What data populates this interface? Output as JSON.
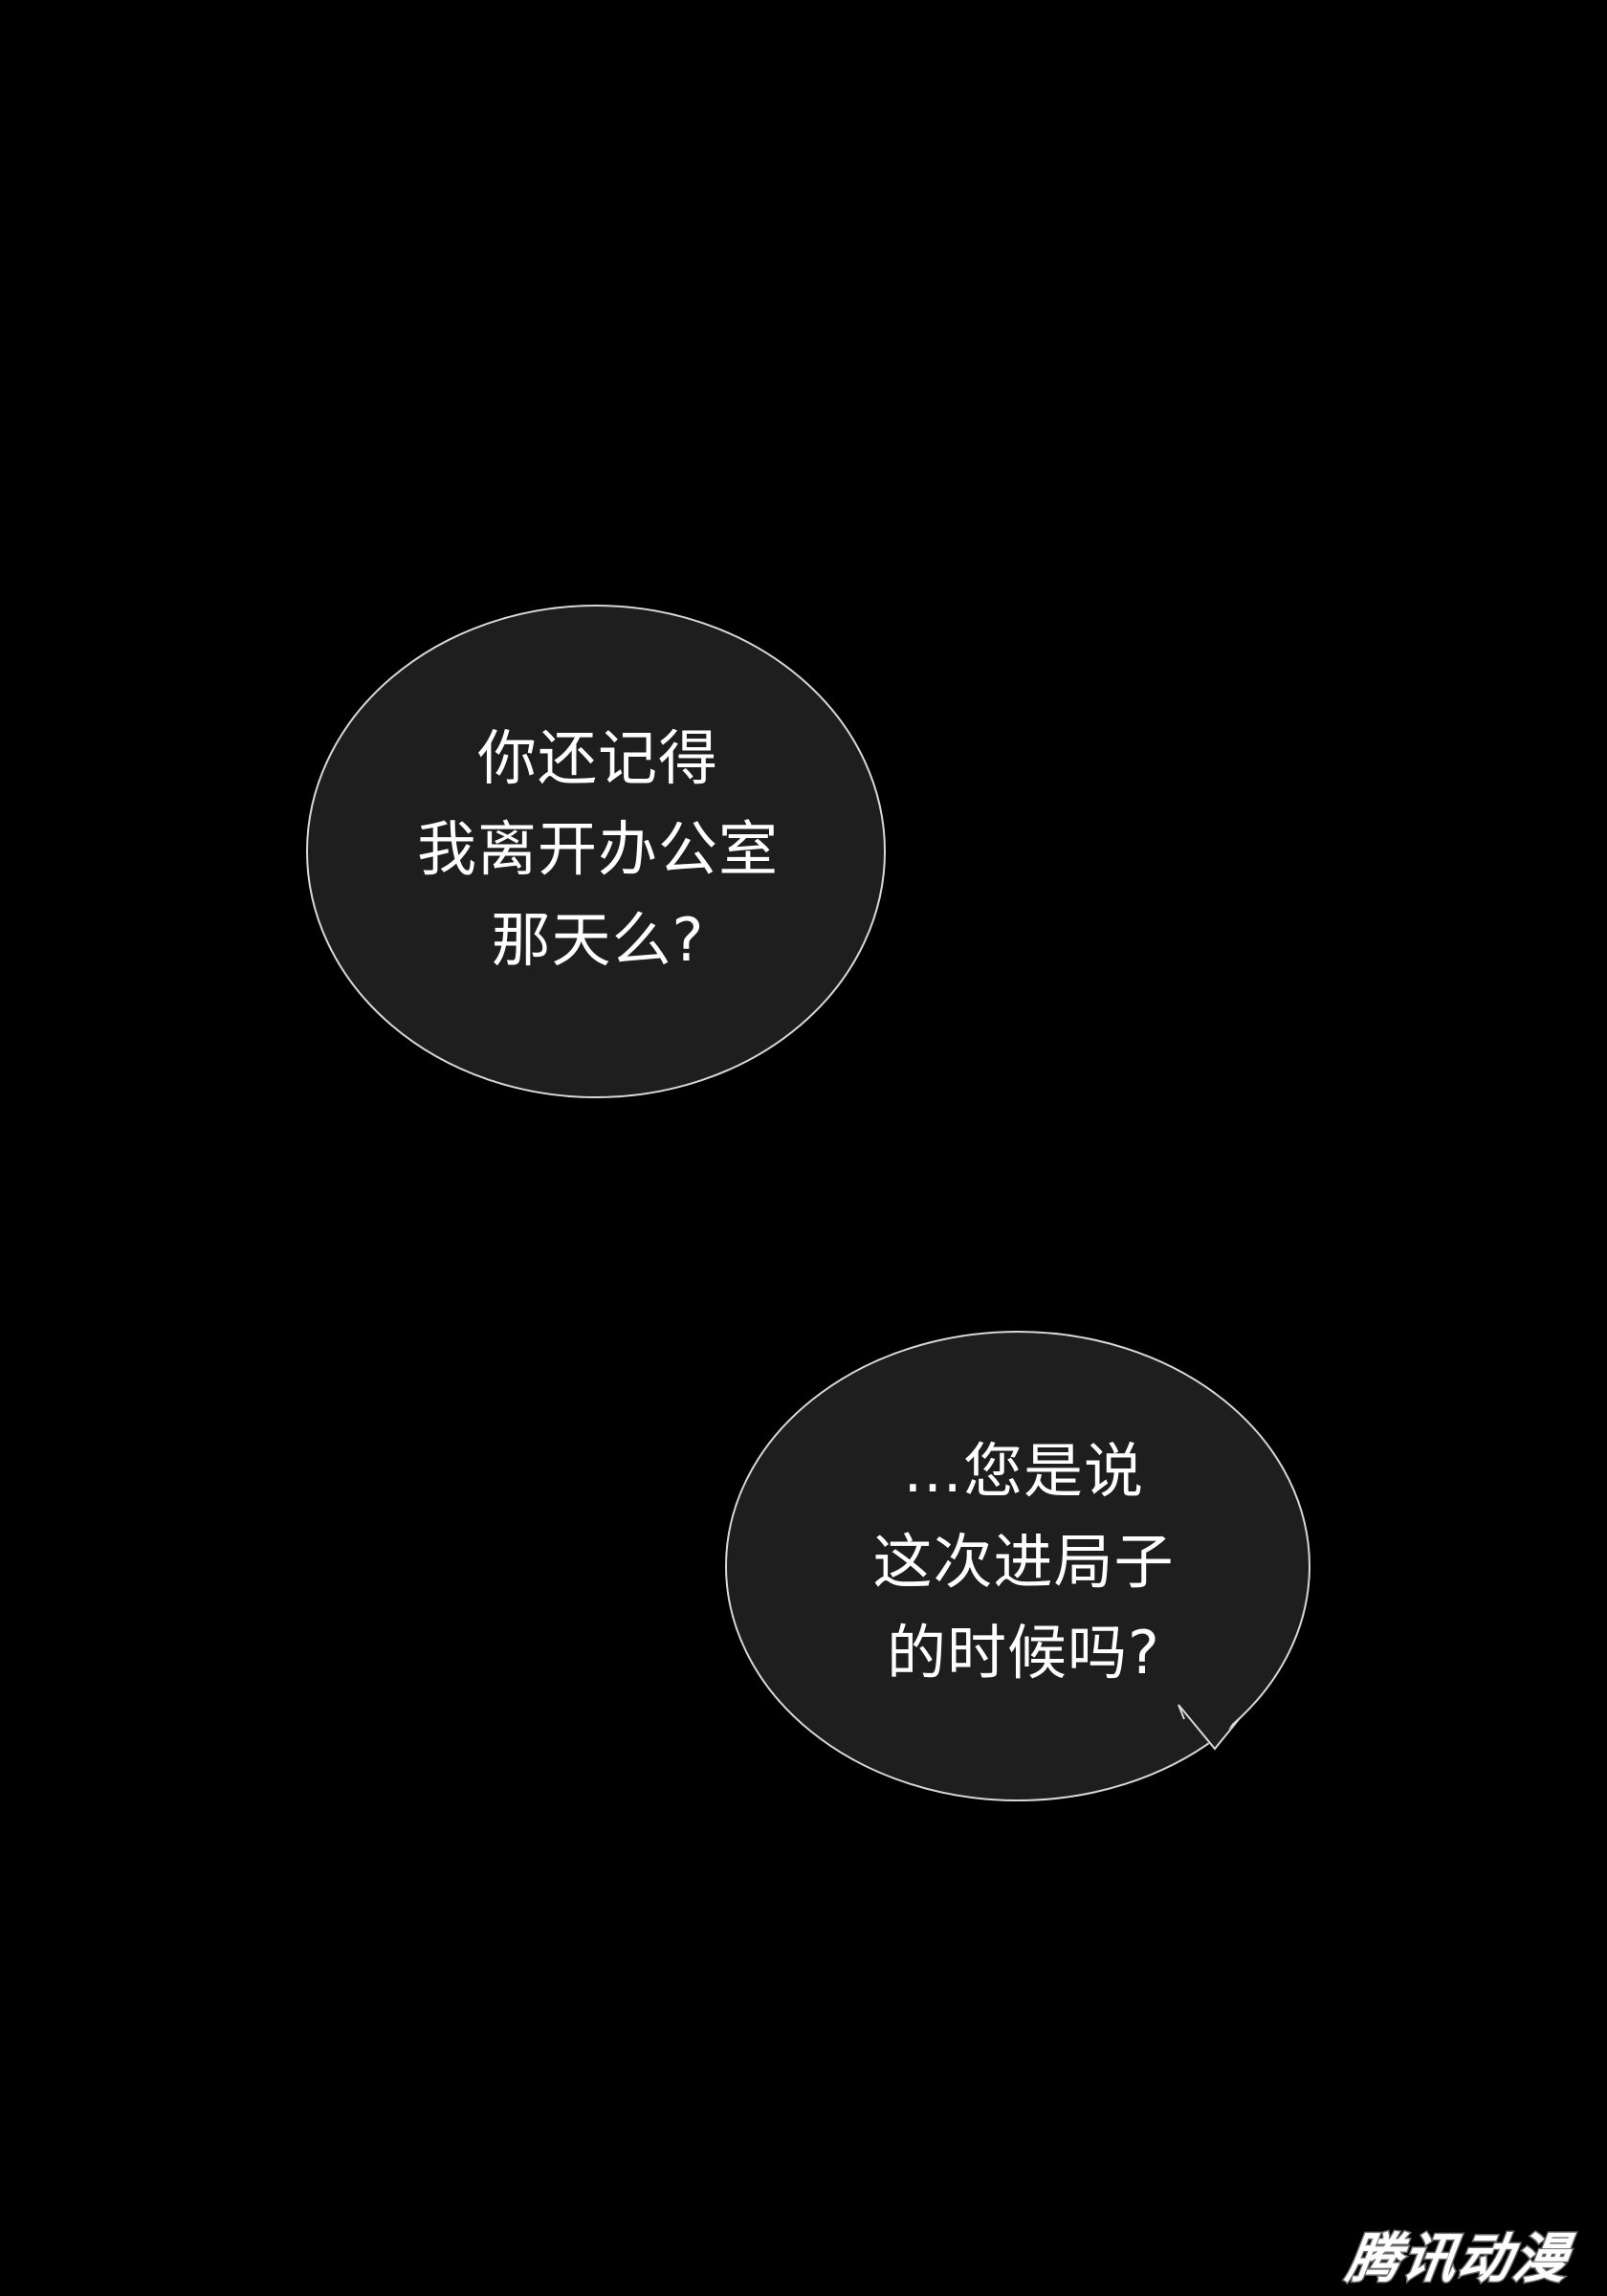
{
  "colors": {
    "background": "#000000",
    "bubble_fill": "#1e1e1e",
    "bubble_stroke": "#d8d8d8",
    "text": "#ffffff",
    "watermark_outline": "#6a6a6a"
  },
  "bubbles": [
    {
      "shape": "oval",
      "lines": [
        "你还记得",
        "我离开办公室",
        "那天么?"
      ]
    },
    {
      "shape": "oval-with-tail",
      "lines": [
        "…您是说",
        "这次进局子",
        "的时候吗?"
      ]
    }
  ],
  "watermark": {
    "text": "腾讯动漫"
  }
}
